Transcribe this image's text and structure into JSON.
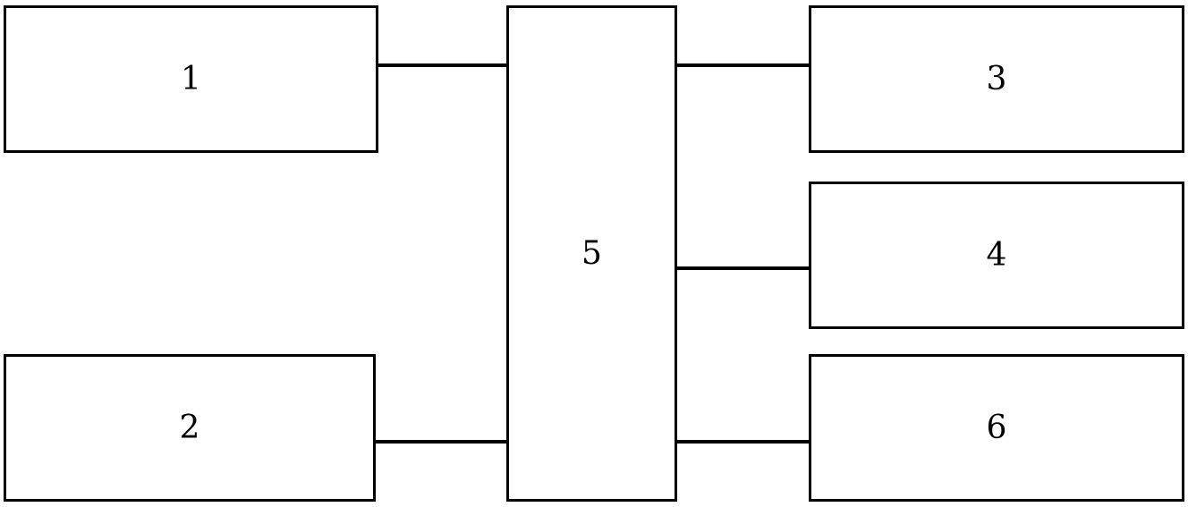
{
  "blocks": {
    "b1": "1",
    "b2": "2",
    "b3": "3",
    "b4": "4",
    "b5": "5",
    "b6": "6"
  },
  "colors": {
    "stroke": "#000000",
    "fill": "#ffffff"
  }
}
